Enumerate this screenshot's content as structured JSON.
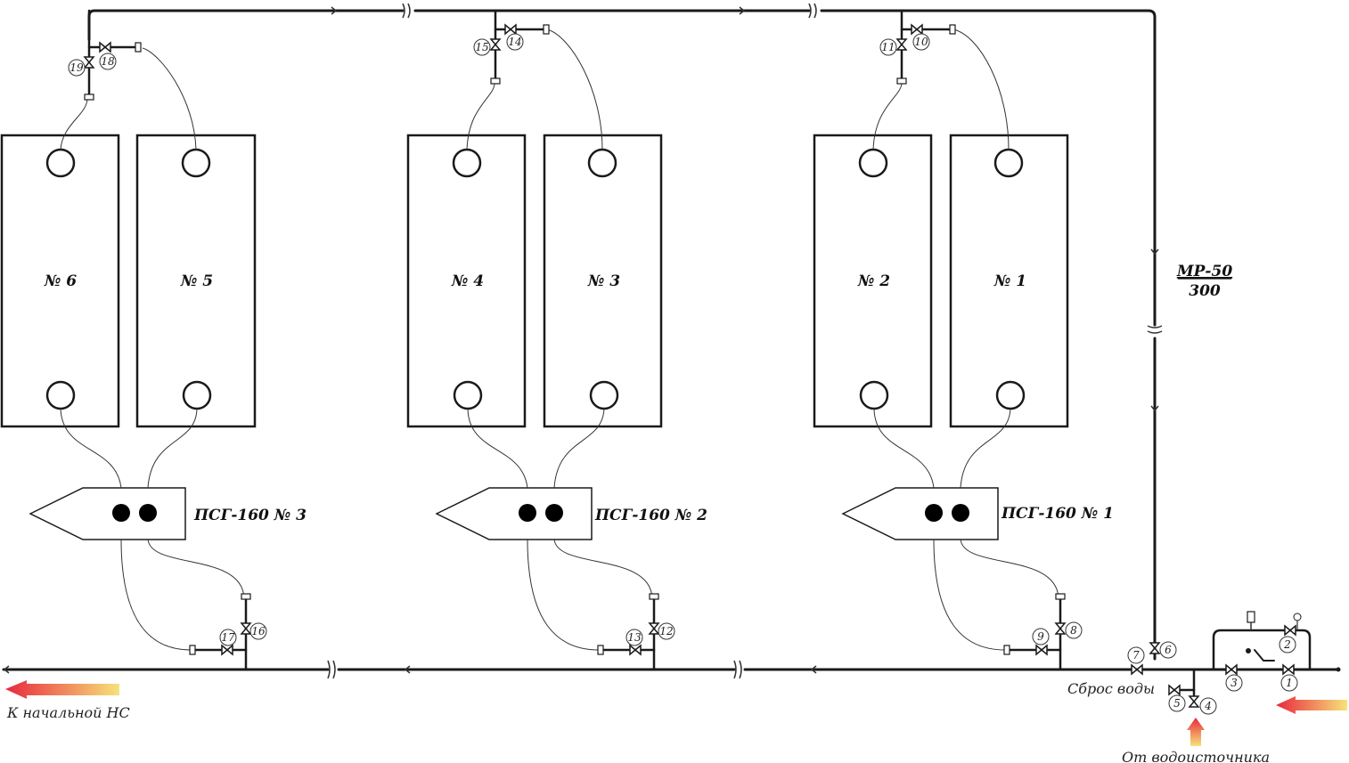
{
  "tanks": [
    {
      "label": "№ 6"
    },
    {
      "label": "№ 5"
    },
    {
      "label": "№ 4"
    },
    {
      "label": "№ 3"
    },
    {
      "label": "№ 2"
    },
    {
      "label": "№ 1"
    }
  ],
  "generators": [
    {
      "label": "ПСГ-160 № 3"
    },
    {
      "label": "ПСГ-160 № 2"
    },
    {
      "label": "ПСГ-160 № 1"
    }
  ],
  "pipe": {
    "type": "МР-50",
    "length": "300"
  },
  "valves": [
    "1",
    "2",
    "3",
    "4",
    "5",
    "6",
    "7",
    "8",
    "9",
    "10",
    "11",
    "12",
    "13",
    "14",
    "15",
    "16",
    "17",
    "18",
    "19"
  ],
  "labels": {
    "to_station": "К начальной НС",
    "from_source": "От водоисточника",
    "water_dump": "Сброс воды"
  },
  "colors": {
    "arrow_start": "#e8283c",
    "arrow_end": "#f7e27a",
    "line": "#1a1a1a"
  }
}
